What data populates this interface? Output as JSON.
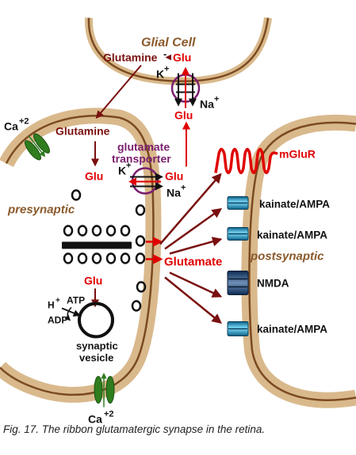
{
  "labels": {
    "glial_cell": "Glial Cell",
    "glutamine_top": "Glutamine",
    "glutamine_top_charge": "-",
    "glu_glial_top": "Glu",
    "k_glial": "K",
    "k_glial_charge": "+",
    "na_glial": "Na",
    "na_glial_charge": "+",
    "glu_glial_bottom": "Glu",
    "calcium_top": "Ca",
    "calcium_top_charge": "+2",
    "glutamine_presynaptic": "Glutamine",
    "glu_presynaptic": "Glu",
    "transporter_line1": "glutamate",
    "transporter_line2": "transporter",
    "k_transporter": "K",
    "k_transporter_charge": "+",
    "glu_transporter": "Glu",
    "na_transporter": "Na",
    "na_transporter_charge": "+",
    "presynaptic": "presynaptic",
    "glutamate": "Glutamate",
    "postsynaptic": "postsynaptic",
    "glu_vesicle": "Glu",
    "atp": "ATP",
    "hydrogen": "H",
    "hydrogen_charge": "+",
    "adp": "ADP",
    "synaptic_vesicle_line1": "synaptic",
    "synaptic_vesicle_line2": "vesicle",
    "calcium_bottom": "Ca",
    "calcium_bottom_charge": "+2"
  },
  "receptors": {
    "mglur": "mGluR",
    "r1": "kainate/AMPA",
    "r2": "kainate/AMPA",
    "r3": "NMDA",
    "r4": "kainate/AMPA"
  },
  "caption": "Fig. 17. The ribbon glutamatergic synapse in the retina.",
  "colors": {
    "membrane_brown": "#8a5a2b",
    "membrane_fill": "#d9b98c",
    "dark_red": "#7a1010",
    "red": "#e00000",
    "purple": "#7a1f6e",
    "green": "#2f7d1e",
    "receptor_blue": "#1da6d6",
    "nmda_dark": "#0b2a52"
  }
}
